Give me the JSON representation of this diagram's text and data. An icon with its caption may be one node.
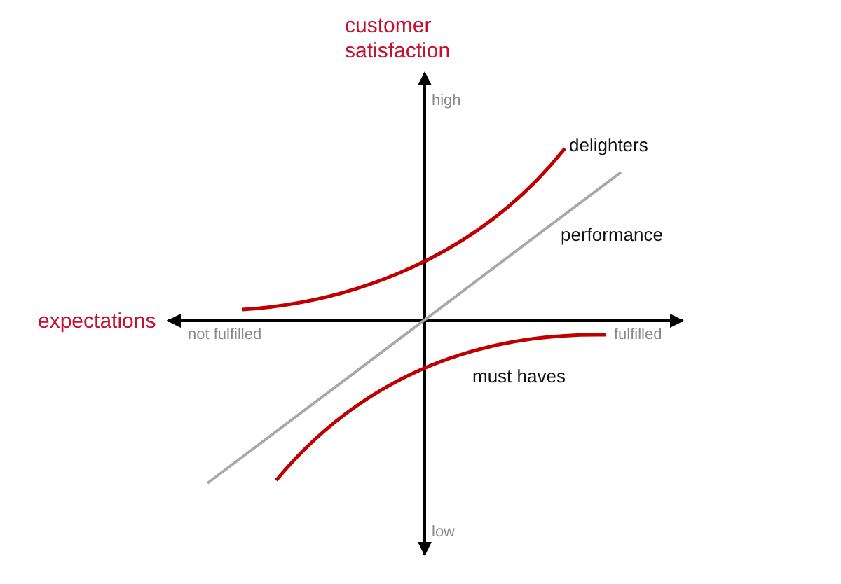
{
  "diagram": {
    "labels": [
      "customer satisfaction",
      "high",
      "delighters",
      "performance",
      "expectations",
      "not fulfilled",
      "fulfilled",
      "must haves",
      "low"
    ]
  }
}
